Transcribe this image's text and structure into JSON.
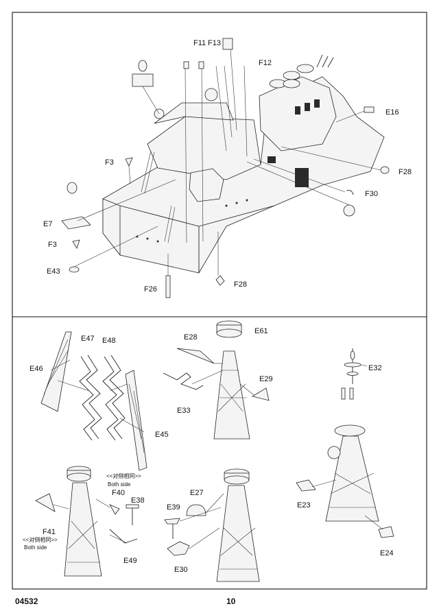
{
  "labels": {
    "F11": "F11",
    "F13": "F13",
    "F12": "F12",
    "E16": "E16",
    "F3a": "F3",
    "F28a": "F28",
    "F30": "F30",
    "E7": "E7",
    "F3b": "F3",
    "E43": "E43",
    "F26": "F26",
    "F28b": "F28",
    "E47": "E47",
    "E48": "E48",
    "E46": "E46",
    "E45": "E45",
    "E28": "E28",
    "E61": "E61",
    "E29": "E29",
    "E33": "E33",
    "E32": "E32",
    "E23": "E23",
    "E24": "E24",
    "F40": "F40",
    "E38": "E38",
    "F41": "F41",
    "E49": "E49",
    "E27": "E27",
    "E39": "E39",
    "E30": "E30"
  },
  "notes": {
    "both_side_cn": "<<对侧相同>>",
    "both_side_en": "Both side"
  },
  "footer": {
    "code": "04532",
    "page": "10"
  }
}
